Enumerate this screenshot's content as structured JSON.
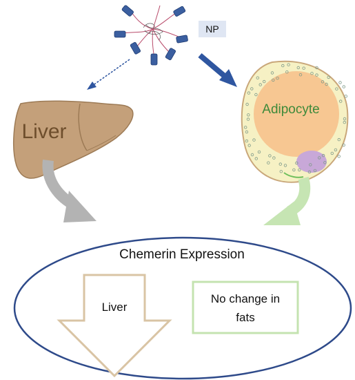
{
  "nanoparticle": {
    "label": "NP"
  },
  "liver": {
    "label": "Liver"
  },
  "adipocyte": {
    "label": "Adipocyte"
  },
  "expression": {
    "title": "Chemerin Expression",
    "liver_label": "Liver",
    "fat_label_line1": "No change in",
    "fat_label_line2": "fats"
  },
  "colors": {
    "liver_fill": "#c4a07a",
    "liver_text": "#6e4e2c",
    "adipocyte_outer": "#f6f1c4",
    "adipocyte_nucleus_blob": "#f7c792",
    "adipocyte_text": "#3e8a3a",
    "gray_arrow": "#b3b3b3",
    "green_arrow": "#c6e5b3",
    "blue_arrow": "#2f56a0",
    "ellipse_stroke": "#2e4a8a",
    "down_arrow_stroke": "#d9c4a4",
    "fat_box_stroke": "#c4e3b0",
    "np_label_bg": "#dfe6f3"
  }
}
